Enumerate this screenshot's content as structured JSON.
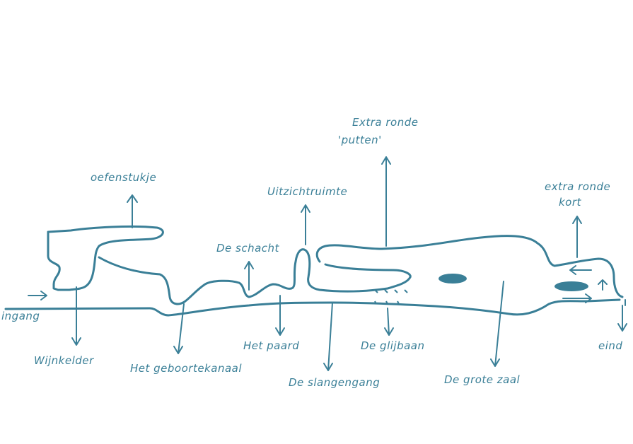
{
  "colors": {
    "ink": "#3a7f97",
    "paper": "#ffffff"
  },
  "labels": {
    "ingang": "ingang",
    "wijnkelder": "Wijnkelder",
    "oefenstukje": "oefenstukje",
    "geboortekanaal": "Het geboortekanaal",
    "schacht": "De schacht",
    "paard": "Het paard",
    "uitzicht": "Uitzichtruimte",
    "slangengang": "De slangengang",
    "extra_putten_1": "Extra ronde",
    "extra_putten_2": "'putten'",
    "glijbaan": "De glijbaan",
    "grote_zaal": "De grote zaal",
    "extra_kort_1": "extra ronde",
    "extra_kort_2": "kort",
    "eind": "eind"
  }
}
